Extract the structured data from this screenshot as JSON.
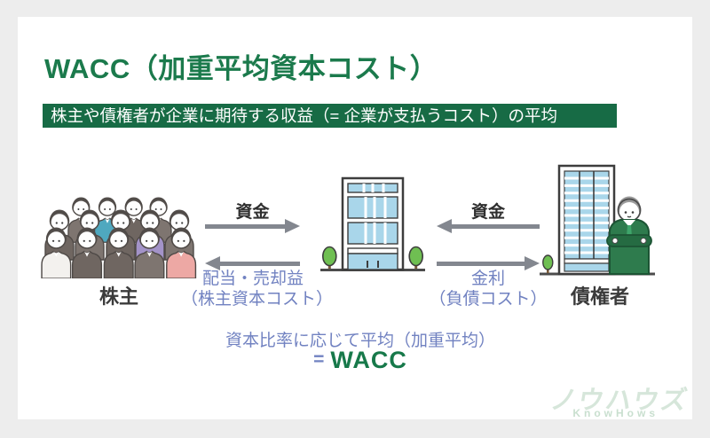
{
  "page": {
    "background_color": "#ededed",
    "card_color": "#ffffff"
  },
  "title": {
    "text": "WACC（加重平均資本コスト）",
    "color": "#1b7a4c"
  },
  "banner": {
    "text": "株主や債権者が企業に期待する収益（= 企業が支払うコスト）の平均",
    "background_color": "#176b45",
    "text_color": "#ffffff"
  },
  "diagram": {
    "arrow_color": "#83878f",
    "cost_text_color": "#7182c1",
    "window_color": "#a9d6ea",
    "tree_color": "#6fbf52",
    "suit_green": "#2e7b4d",
    "left_group": {
      "label": "株主",
      "illustration": "shareholders-crowd"
    },
    "center_group": {
      "illustration": "company-building"
    },
    "right_group": {
      "label": "債権者",
      "illustration": "bank-building-and-banker"
    },
    "left_flows": {
      "funds_label": "資金",
      "funds_direction": "right",
      "cost_line1": "配当・売却益",
      "cost_line2": "（株主資本コスト）",
      "cost_direction": "left"
    },
    "right_flows": {
      "funds_label": "資金",
      "funds_direction": "left",
      "cost_line1": "金利",
      "cost_line2": "（負債コスト）",
      "cost_direction": "right"
    }
  },
  "summary": {
    "line1": "資本比率に応じて平均（加重平均）",
    "equals": "=",
    "result": "WACC",
    "result_color": "#17794a"
  },
  "logo": {
    "kana": "ノウハウズ",
    "latin": "KnowHows",
    "color": "#d6e6da"
  }
}
